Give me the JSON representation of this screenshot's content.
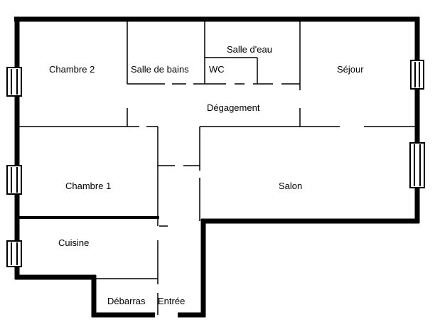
{
  "plan": {
    "colors": {
      "wall": "#000000",
      "background": "#ffffff"
    },
    "rooms": {
      "chambre2": "Chambre 2",
      "salle_de_bains": "Salle de bains",
      "wc": "WC",
      "salle_deau": "Salle d'eau",
      "sejour": "Séjour",
      "degagement": "Dégagement",
      "chambre1": "Chambre 1",
      "salon": "Salon",
      "cuisine": "Cuisine",
      "debarras": "Débarras",
      "entree": "Entrée"
    }
  }
}
